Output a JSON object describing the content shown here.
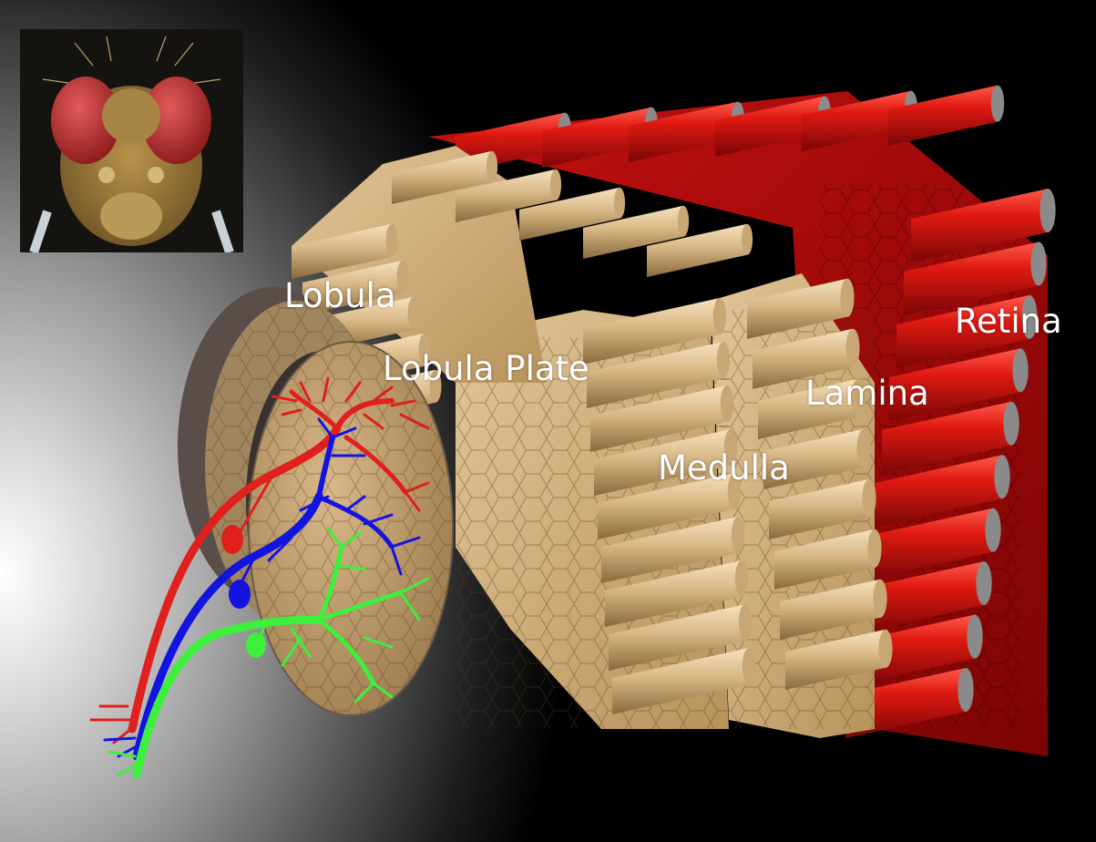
{
  "labels": {
    "lobula": "Lobula",
    "lobula_plate": "Lobula Plate",
    "medulla": "Medulla",
    "lamina": "Lamina",
    "retina": "Retina"
  },
  "colors": {
    "retina": "#cc1414",
    "neuropil": "#d8b98a",
    "neuron_red": "#e0201c",
    "neuron_blue": "#1414e0",
    "neuron_green": "#3cf03c",
    "fly_eye": "#c23a3a",
    "fly_body": "#9c7a3c"
  },
  "icons": {
    "inset": "fly-head-micrograph"
  }
}
